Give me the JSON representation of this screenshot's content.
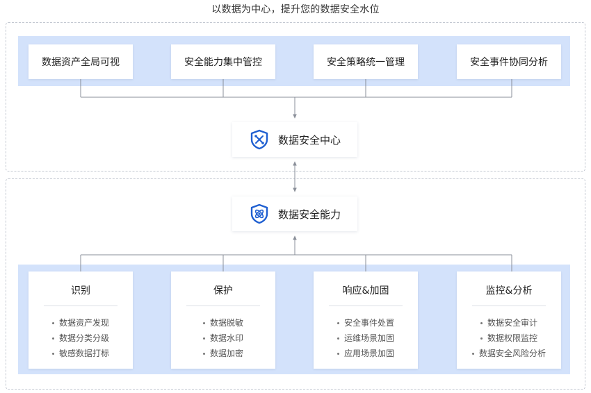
{
  "title": "以数据为中心，提升您的数据安全水位",
  "top_cards": [
    {
      "label": "数据资产全局可视"
    },
    {
      "label": "安全能力集中管控"
    },
    {
      "label": "安全策略统一管理"
    },
    {
      "label": "安全事件协同分析"
    }
  ],
  "center": {
    "label": "数据安全中心",
    "icon": "shield-tools-icon"
  },
  "capability": {
    "label": "数据安全能力",
    "icon": "shield-atom-icon"
  },
  "bottom_cards": [
    {
      "title": "识别",
      "items": [
        "数据资产发现",
        "数据分类分级",
        "敏感数据打标"
      ]
    },
    {
      "title": "保护",
      "items": [
        "数据脱敏",
        "数据水印",
        "数据加密"
      ]
    },
    {
      "title": "响应&加固",
      "items": [
        "安全事件处置",
        "运维场景加固",
        "应用场景加固"
      ]
    },
    {
      "title": "监控&分析",
      "items": [
        "数据安全审计",
        "数据权限监控",
        "数据安全风险分析"
      ]
    }
  ],
  "colors": {
    "accent": "#1f5fd1",
    "band": "#d3e2fb",
    "line": "#8a8f99",
    "border": "#c3c8d1"
  }
}
